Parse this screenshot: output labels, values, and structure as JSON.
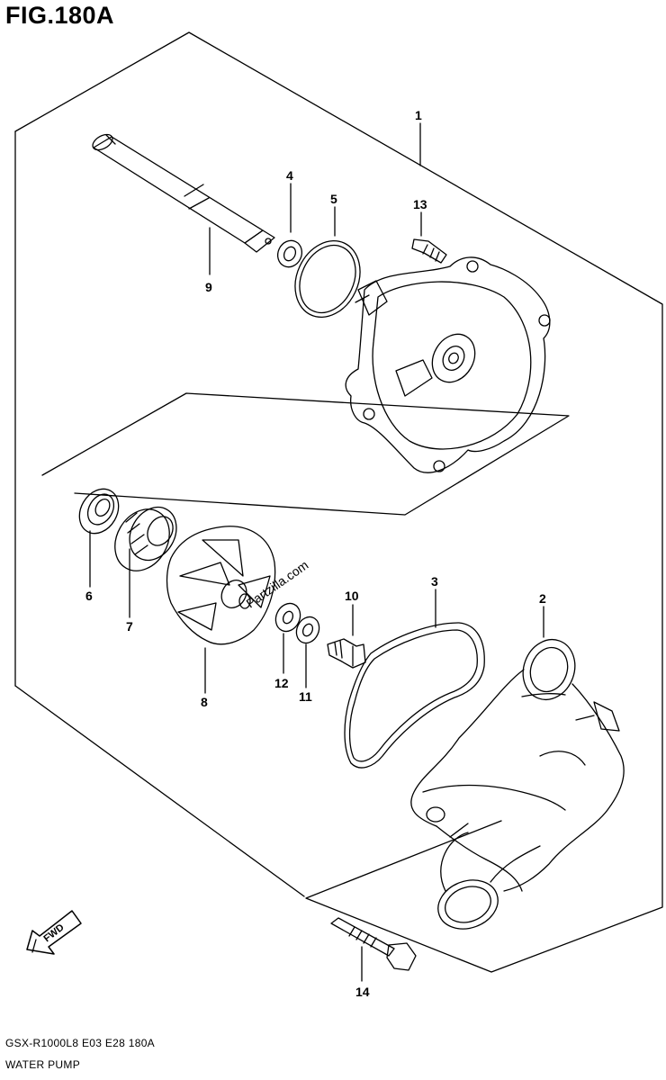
{
  "figure": {
    "title": "FIG.180A",
    "code_line": "GSX-R1000L8  E03  E28  180A",
    "name_line": "WATER PUMP",
    "watermark": "Partzilla.com",
    "fwd_label": "FWD"
  },
  "callouts": {
    "c1": "1",
    "c2": "2",
    "c3": "3",
    "c4": "4",
    "c5": "5",
    "c6": "6",
    "c7": "7",
    "c8": "8",
    "c9": "9",
    "c10": "10",
    "c11": "11",
    "c12": "12",
    "c13": "13",
    "c14": "14"
  }
}
